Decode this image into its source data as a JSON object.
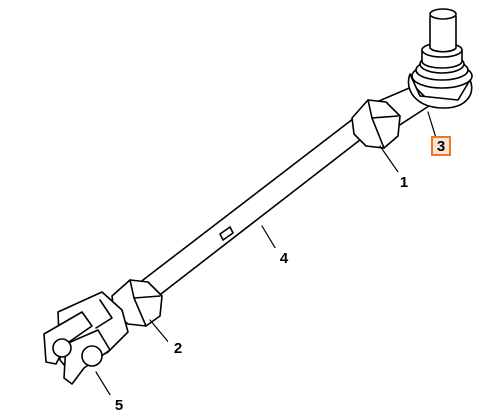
{
  "diagram": {
    "callouts": [
      {
        "id": "1",
        "label": "1",
        "highlighted": false
      },
      {
        "id": "2",
        "label": "2",
        "highlighted": false
      },
      {
        "id": "3",
        "label": "3",
        "highlighted": true
      },
      {
        "id": "4",
        "label": "4",
        "highlighted": false
      },
      {
        "id": "5",
        "label": "5",
        "highlighted": false
      }
    ],
    "highlight_color": "#e8762b",
    "highlight_fill": "#fde3d2",
    "line_color": "#000000"
  }
}
